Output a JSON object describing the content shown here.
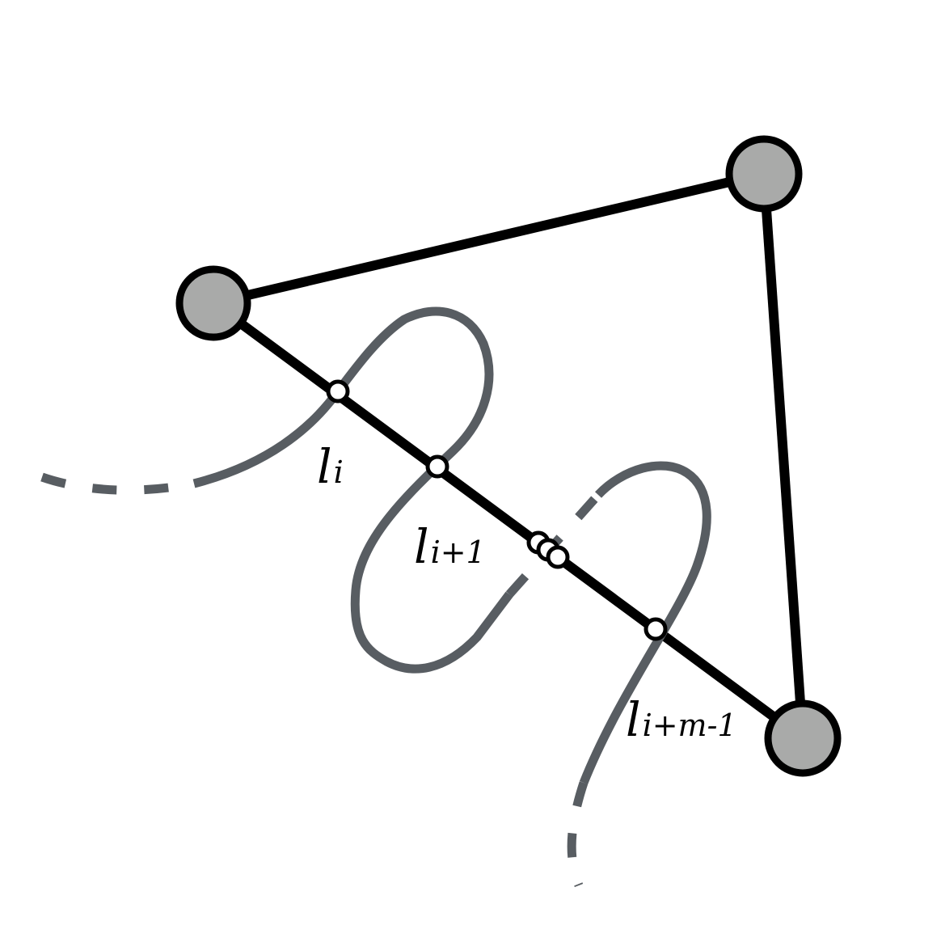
{
  "colors": {
    "edge": "#000000",
    "vertex_fill": "#a9aaa9",
    "curve": "#585d62",
    "crossing_fill": "#ffffff"
  },
  "labels": {
    "l_i": {
      "main": "l",
      "sub": "i"
    },
    "l_i_plus_1": {
      "main": "l",
      "sub": "i+1"
    },
    "l_i_plus_m_minus_1": {
      "main": "l",
      "sub": "i+m-1"
    }
  }
}
